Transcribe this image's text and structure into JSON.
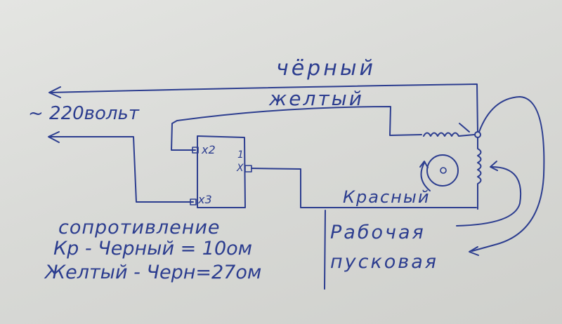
{
  "labels": {
    "black_wire": "чёрный",
    "yellow_wire": "желтый",
    "red_wire": "Красный",
    "mains": "~ 220вольт",
    "terminal_x2": "x2",
    "terminal_x3": "x3",
    "terminal_x1_top": "1",
    "terminal_x1_bottom": "X",
    "resistance_title": "сопротивление",
    "resistance_line1": "Кр - Черный = 10ом",
    "resistance_line2": "Желтый - Черн=27ом",
    "working_winding_line1": "Рабочая",
    "working_winding_line2": "пусковая"
  },
  "colors": {
    "ink": "#2c3d8f",
    "paper": "#dcddda"
  },
  "icons": [
    "arrow-icon",
    "rotation-arrow-icon",
    "coil-icon",
    "motor-icon"
  ]
}
